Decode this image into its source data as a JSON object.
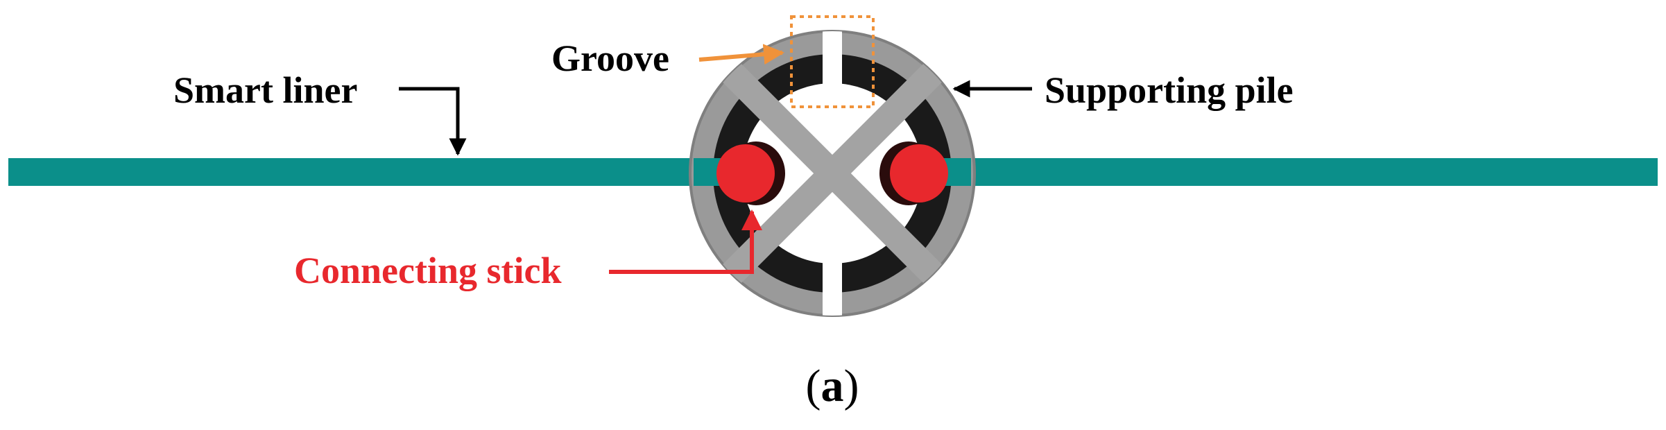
{
  "labels": {
    "groove": "Groove",
    "smart_liner": "Smart liner",
    "supporting_pile": "Supporting pile",
    "connecting_stick": "Connecting stick"
  },
  "caption": {
    "open": "(",
    "letter": "a",
    "close": ")"
  },
  "colors": {
    "liner": "#0b8f8a",
    "pile_gray": "#9a9a9a",
    "pile_dark": "#1a1a1a",
    "stick_red": "#e8282d",
    "stick_label": "#e8282d",
    "groove_arrow": "#f0923a",
    "black_arrow": "#000000"
  }
}
